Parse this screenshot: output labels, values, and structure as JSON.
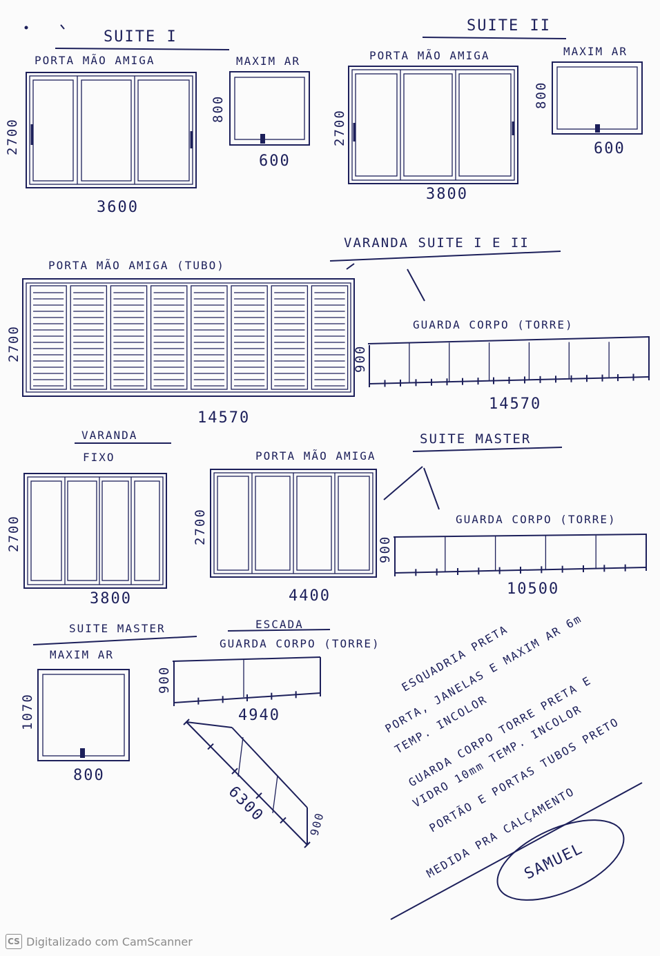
{
  "suite1": {
    "title": "SUITE I",
    "door_label": "PORTA MÃO AMIGA",
    "door_height": "2700",
    "door_width": "3600",
    "win_label": "MAXIM AR",
    "win_height": "800",
    "win_width": "600"
  },
  "suite2": {
    "title": "SUITE II",
    "door_label": "PORTA MÃO AMIGA",
    "door_height": "2700",
    "door_width": "3800",
    "win_label": "MAXIM AR",
    "win_height": "800",
    "win_width": "600"
  },
  "varanda_suites": {
    "title": "VARANDA SUITE I E II",
    "door_label": "PORTA MÃO AMIGA (TUBO)",
    "door_height": "2700",
    "door_width": "14570",
    "rail_label": "GUARDA CORPO (TORRE)",
    "rail_height": "900",
    "rail_width": "14570"
  },
  "varanda": {
    "title": "VARANDA",
    "fixed_label": "FIXO",
    "fixed_height": "2700",
    "fixed_width": "3800"
  },
  "master": {
    "title": "SUITE MASTER",
    "door_label": "PORTA MÃO AMIGA",
    "door_height": "2700",
    "door_width": "4400",
    "rail_label": "GUARDA CORPO (TORRE)",
    "rail_height": "900",
    "rail_width": "10500"
  },
  "master_window": {
    "title": "SUITE MASTER",
    "win_label": "MAXIM AR",
    "win_height": "1070",
    "win_width": "800"
  },
  "stairs": {
    "title": "ESCADA",
    "rail_label": "GUARDA CORPO (TORRE)",
    "rail_height": "900",
    "rail_width": "4940",
    "slope_length": "6300",
    "slope_height": "900"
  },
  "notes": {
    "line1": "ESQUADRIA PRETA",
    "line2": "PORTA, JANELAS E MAXIM AR 6m",
    "line3": "TEMP. INCOLOR",
    "line4": "GUARDA CORPO TORRE PRETA E",
    "line5": "VIDRO 10mm TEMP. INCOLOR",
    "line6": "PORTÃO E PORTAS TUBOS PRETO",
    "line7": "MEDIDA PRA CALÇAMENTO",
    "signature": "SAMUEL"
  },
  "footer": {
    "logo": "CS",
    "text": "Digitalizado com CamScanner"
  },
  "colors": {
    "ink": "#1c1f5a",
    "paper": "#fbfbfb",
    "footer": "#8a8a8a"
  }
}
